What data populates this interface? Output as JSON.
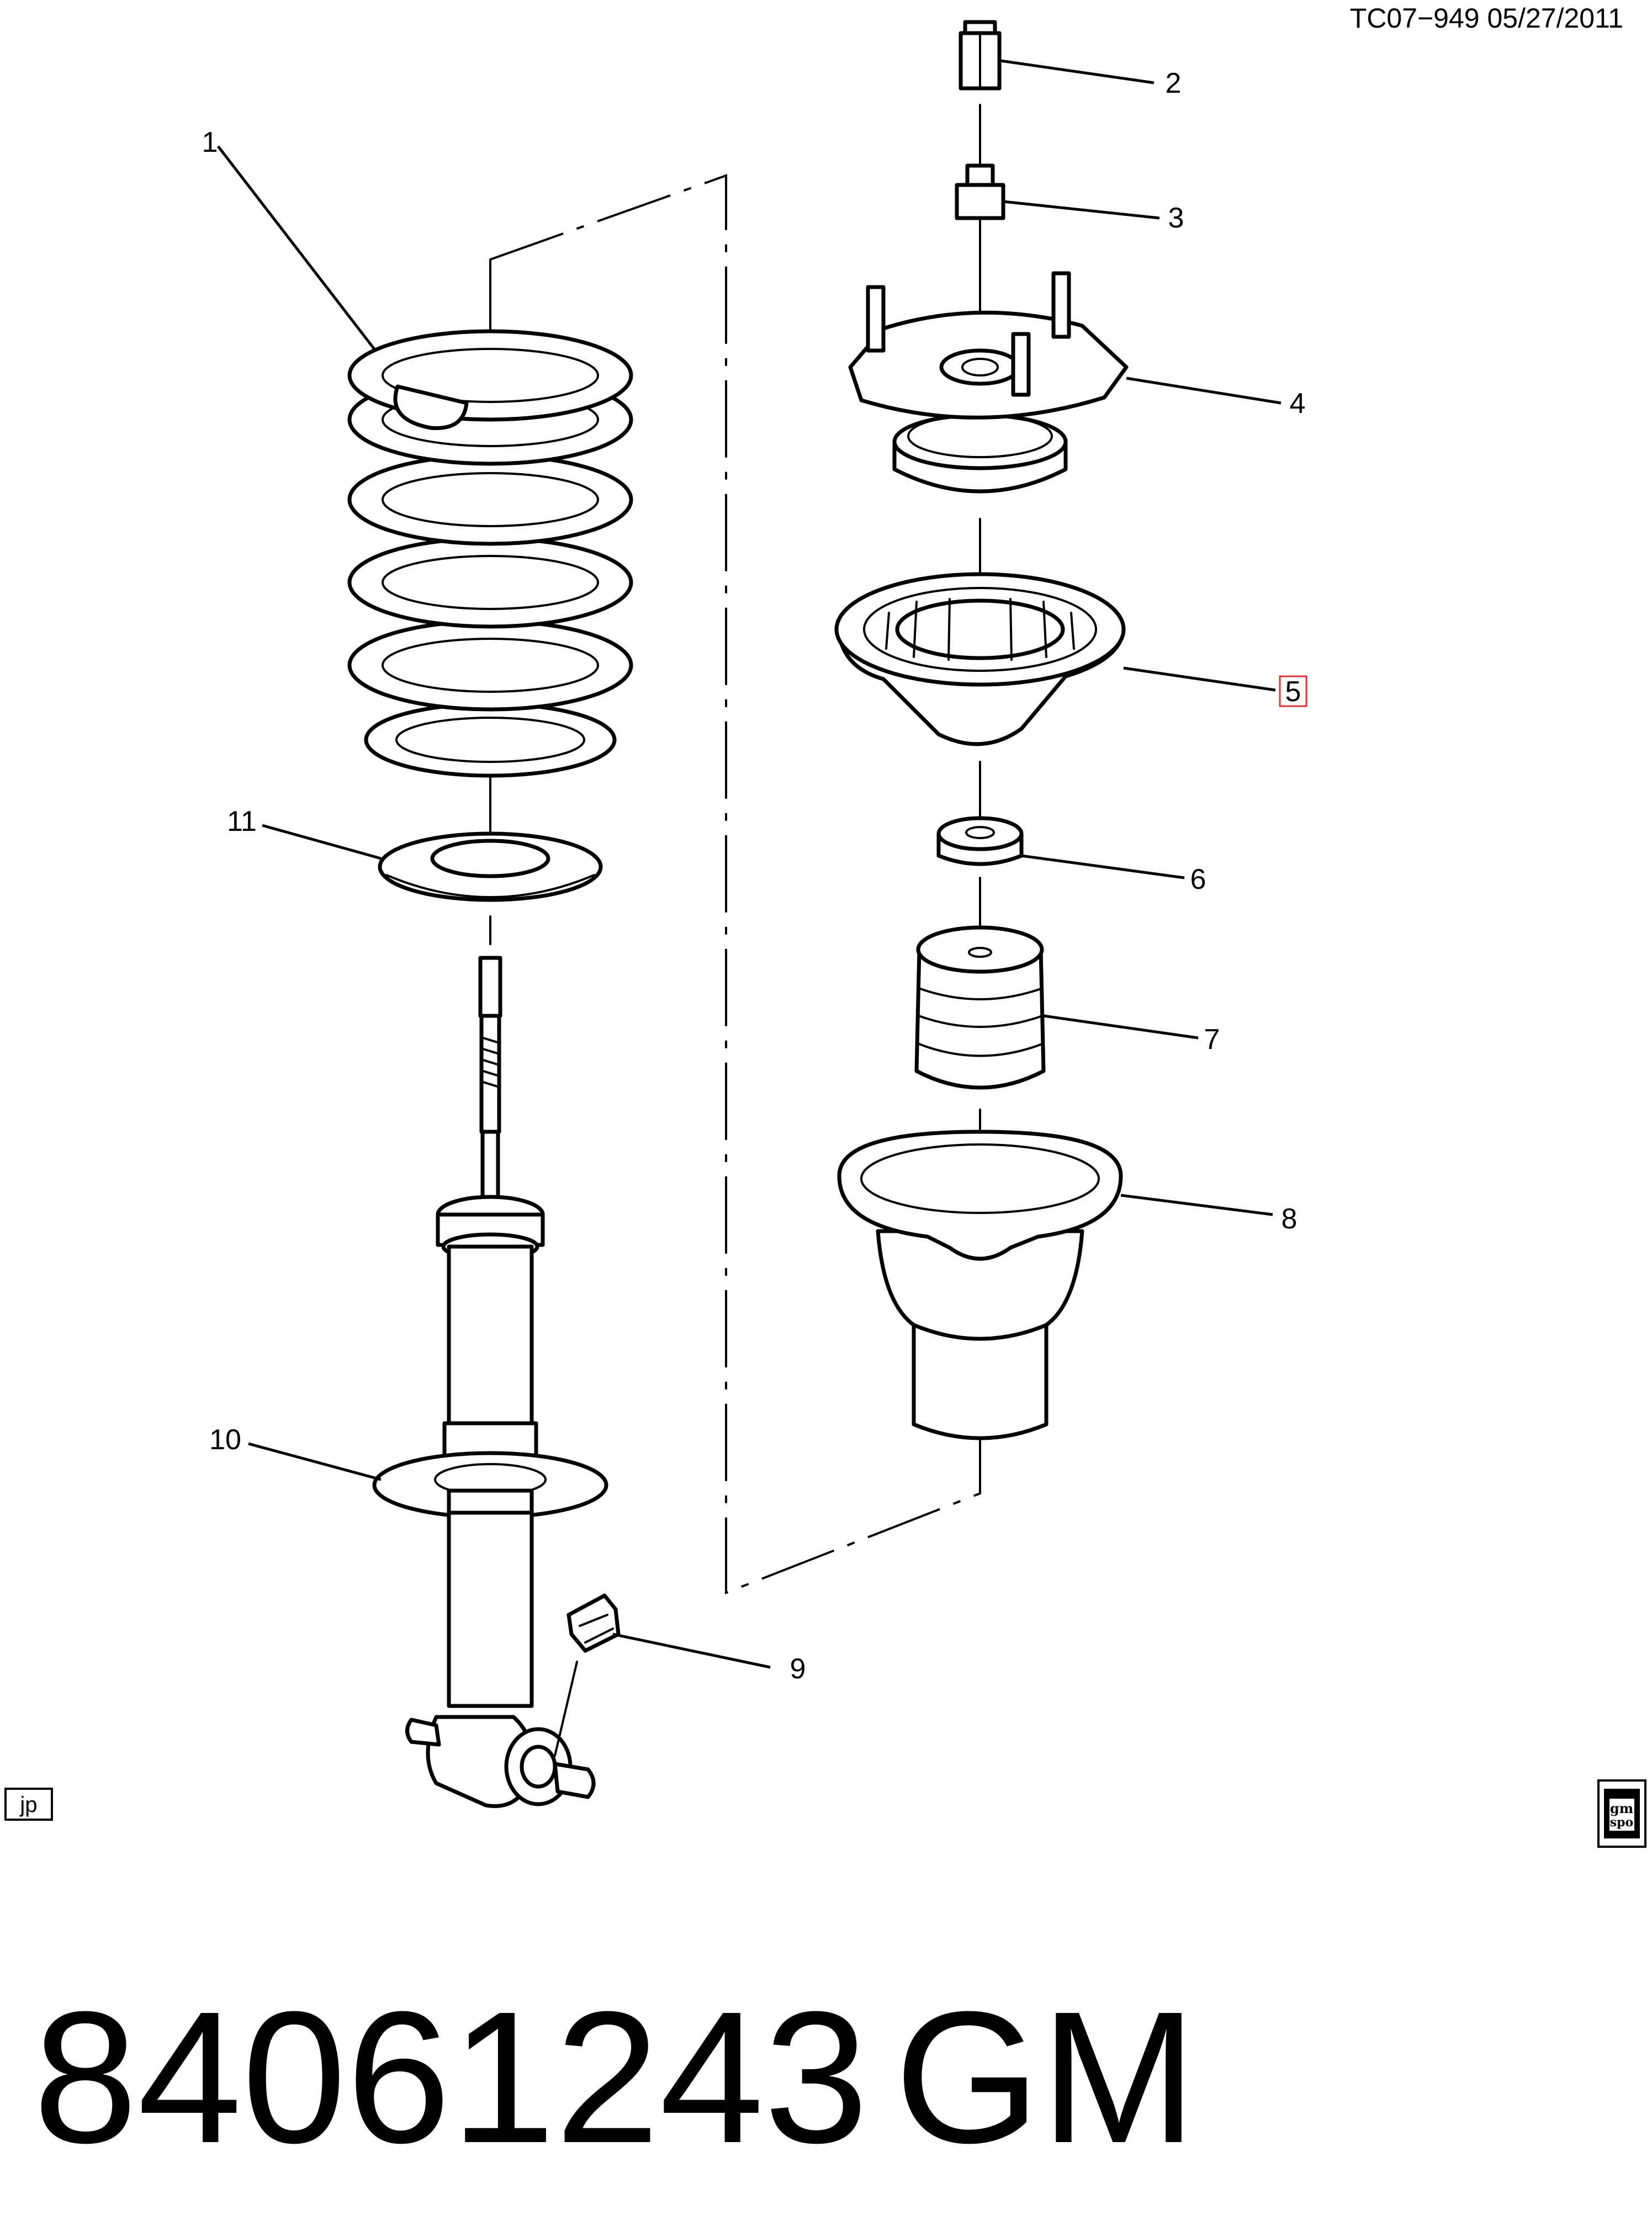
{
  "header": {
    "drawing_id": "TC07−949  05/27/2011"
  },
  "callouts": [
    "1",
    "2",
    "3",
    "4",
    "5",
    "6",
    "7",
    "8",
    "9",
    "10",
    "11"
  ],
  "highlighted_callout": "5",
  "corner_left_tag": "jp",
  "logo": {
    "name": "gm-spo-logo",
    "lines": [
      "gm",
      "spo"
    ]
  },
  "footer": {
    "part_number": "84061243",
    "brand": "GM"
  },
  "colors": {
    "line": "#000000",
    "highlight": "#e03030",
    "background": "#ffffff"
  }
}
